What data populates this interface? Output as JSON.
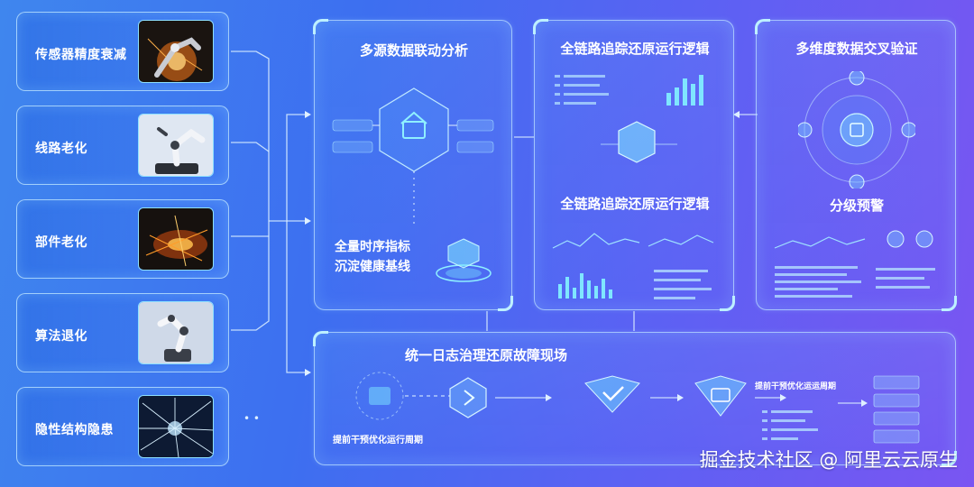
{
  "left_items": [
    {
      "label": "传感器精度衰减",
      "icon": "robot-arm-sparks-icon"
    },
    {
      "label": "线路老化",
      "icon": "robot-arm-icon"
    },
    {
      "label": "部件老化",
      "icon": "sparks-icon"
    },
    {
      "label": "算法退化",
      "icon": "robot-arm-icon"
    },
    {
      "label": "隐性结构隐患",
      "icon": "cracked-glass-icon"
    }
  ],
  "panels": {
    "multi_source": {
      "title": "多源数据联动分析",
      "subtitle_line1": "全量时序指标",
      "subtitle_line2": "沉淀健康基线"
    },
    "trace_top": {
      "title": "全链路追踪还原运行逻辑"
    },
    "trace_bottom": {
      "title": "全链路追踪还原运行逻辑"
    },
    "cross_verify": {
      "title": "多维度数据交叉验证"
    },
    "warning": {
      "title": "分级预警"
    },
    "log": {
      "title": "统一日志治理还原故障现场",
      "caption_left": "提前干预优化运行周期",
      "caption_right": "提前干预优化运运周期"
    }
  },
  "watermark": "掘金技术社区 @ 阿里云云原生",
  "colors": {
    "accent": "#7fe6ff",
    "line": "#dff0ff"
  }
}
